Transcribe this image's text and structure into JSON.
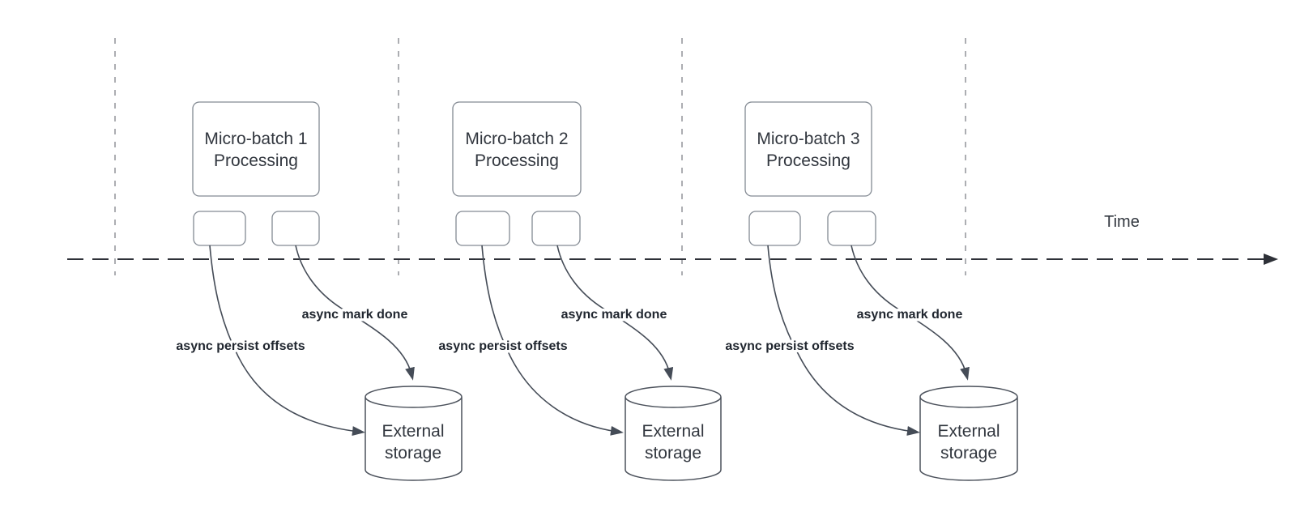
{
  "colors": {
    "background": "#ffffff",
    "box_border": "#838a93",
    "cylinder_border": "#4c525c",
    "arrow": "#454c57",
    "node_text": "#32373f",
    "label_text": "#20262f",
    "guide_line": "#a3a6aa",
    "axis_line": "#2e3138"
  },
  "timeline": {
    "label": "Time"
  },
  "columns": [
    {
      "box_line1": "Micro-batch 1",
      "box_line2": "Processing",
      "persist_label": "async persist offsets",
      "done_label": "async mark done",
      "storage_line1": "External",
      "storage_line2": "storage"
    },
    {
      "box_line1": "Micro-batch 2",
      "box_line2": "Processing",
      "persist_label": "async persist offsets",
      "done_label": "async mark done",
      "storage_line1": "External",
      "storage_line2": "storage"
    },
    {
      "box_line1": "Micro-batch 3",
      "box_line2": "Processing",
      "persist_label": "async persist offsets",
      "done_label": "async mark done",
      "storage_line1": "External",
      "storage_line2": "storage"
    }
  ]
}
